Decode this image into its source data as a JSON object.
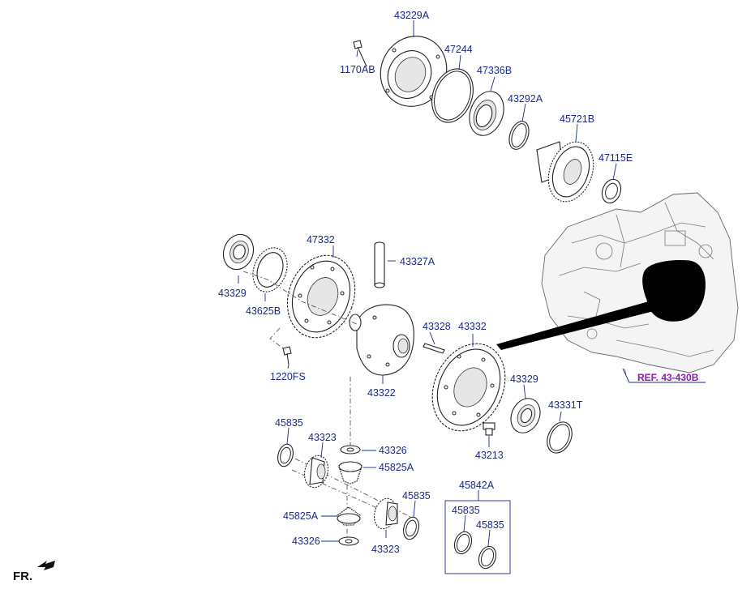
{
  "diagram": {
    "parts": [
      {
        "id": "p_43229A",
        "number": "43229A"
      },
      {
        "id": "p_1170AB",
        "number": "1170AB"
      },
      {
        "id": "p_47244",
        "number": "47244"
      },
      {
        "id": "p_47336B",
        "number": "47336B"
      },
      {
        "id": "p_43292A",
        "number": "43292A"
      },
      {
        "id": "p_45721B",
        "number": "45721B"
      },
      {
        "id": "p_47115E",
        "number": "47115E"
      },
      {
        "id": "p_43329a",
        "number": "43329"
      },
      {
        "id": "p_47332",
        "number": "47332"
      },
      {
        "id": "p_43327A",
        "number": "43327A"
      },
      {
        "id": "p_43625B",
        "number": "43625B"
      },
      {
        "id": "p_43328",
        "number": "43328"
      },
      {
        "id": "p_43332",
        "number": "43332"
      },
      {
        "id": "p_1220FS",
        "number": "1220FS"
      },
      {
        "id": "p_43322",
        "number": "43322"
      },
      {
        "id": "p_43329b",
        "number": "43329"
      },
      {
        "id": "p_43331T",
        "number": "43331T"
      },
      {
        "id": "p_45835a",
        "number": "45835"
      },
      {
        "id": "p_43323a",
        "number": "43323"
      },
      {
        "id": "p_43326a",
        "number": "43326"
      },
      {
        "id": "p_45825Aa",
        "number": "45825A"
      },
      {
        "id": "p_43213",
        "number": "43213"
      },
      {
        "id": "p_45842A",
        "number": "45842A"
      },
      {
        "id": "p_45835b",
        "number": "45835"
      },
      {
        "id": "p_45825Ab",
        "number": "45825A"
      },
      {
        "id": "p_45835c",
        "number": "45835"
      },
      {
        "id": "p_45835d",
        "number": "45835"
      },
      {
        "id": "p_43326b",
        "number": "43326"
      },
      {
        "id": "p_43323b",
        "number": "43323"
      }
    ],
    "reference": "REF. 43-430B",
    "direction": "FR.",
    "colors": {
      "label": "#1a2a8a",
      "reference": "#8a1ab0",
      "line": "#222222"
    }
  }
}
